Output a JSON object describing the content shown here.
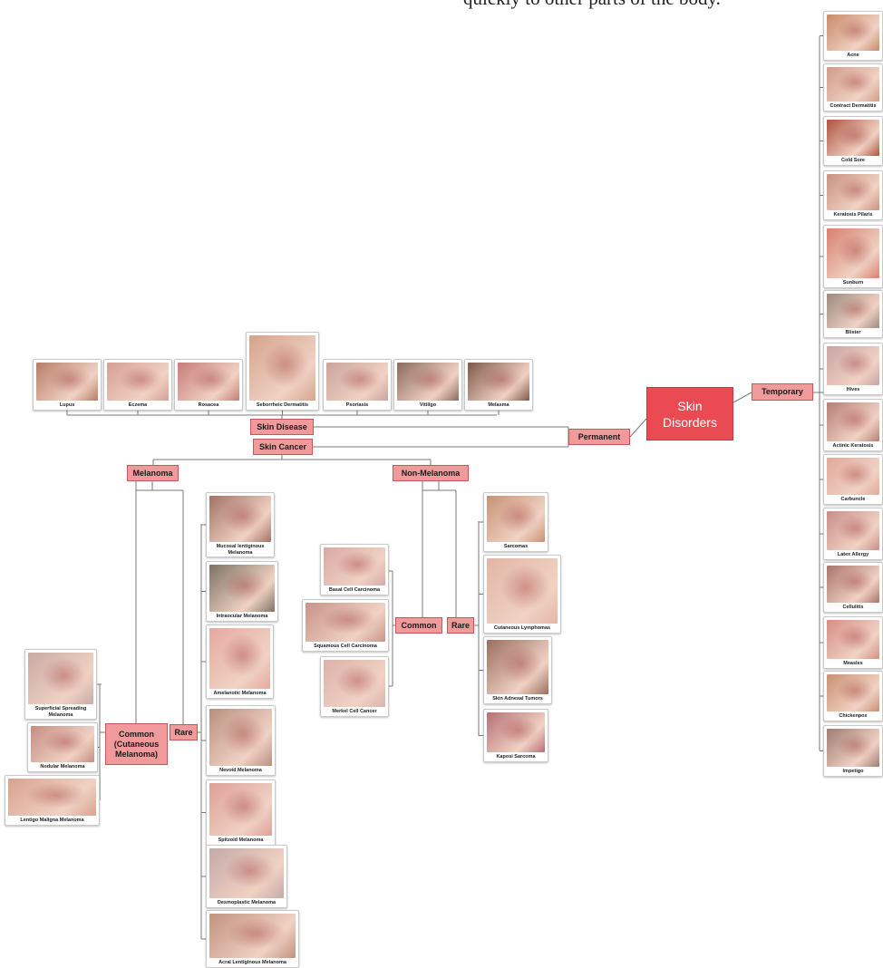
{
  "header": {
    "text": "quickly to other parts of the body."
  },
  "root": {
    "line1": "Skin",
    "line2": "Disorders"
  },
  "branches": {
    "temporary": "Temporary",
    "permanent": "Permanent",
    "skin_disease": "Skin Disease",
    "skin_cancer": "Skin Cancer",
    "melanoma": "Melanoma",
    "non_melanoma": "Non-Melanoma",
    "mel_common": "Common (Cutaneous Melanoma)",
    "mel_rare": "Rare",
    "nm_common": "Common",
    "nm_rare": "Rare"
  },
  "temporary_items": [
    {
      "label": "Acne",
      "color": "#c88a68"
    },
    {
      "label": "Contract Dermatitis",
      "color": "#d19b87"
    },
    {
      "label": "Cold Sore",
      "color": "#b0533f"
    },
    {
      "label": "Keratosis Pilaris",
      "color": "#c9907f"
    },
    {
      "label": "Sunburn",
      "color": "#d87f6c"
    },
    {
      "label": "Blister",
      "color": "#9b8a7f"
    },
    {
      "label": "Hives",
      "color": "#cba3a3"
    },
    {
      "label": "Actinic Keratosis",
      "color": "#b87d77"
    },
    {
      "label": "Carbuncle",
      "color": "#e1a89a"
    },
    {
      "label": "Latex Allergy",
      "color": "#c98d8a"
    },
    {
      "label": "Cellulitis",
      "color": "#a9746a"
    },
    {
      "label": "Measles",
      "color": "#d78d85"
    },
    {
      "label": "Chickenpox",
      "color": "#c89070"
    },
    {
      "label": "Impetigo",
      "color": "#9e7c71"
    }
  ],
  "skin_disease_items": [
    {
      "label": "Lupus",
      "color": "#b77d66"
    },
    {
      "label": "Eczema",
      "color": "#d69f95"
    },
    {
      "label": "Rosacea",
      "color": "#c77c78"
    },
    {
      "label": "Seborrheic Dermatitis",
      "color": "#d5a48c"
    },
    {
      "label": "Psoriasis",
      "color": "#c9a39b"
    },
    {
      "label": "Vitiligo",
      "color": "#8a6a5c"
    },
    {
      "label": "Melasma",
      "color": "#7e5849"
    }
  ],
  "melanoma_common_items": [
    {
      "label": "Superficial Spreading Melanoma",
      "color": "#c9aaa5"
    },
    {
      "label": "Nodular Melanoma",
      "color": "#c58d82"
    },
    {
      "label": "Lentigo Maligna Melanoma",
      "color": "#d8a38e"
    }
  ],
  "melanoma_rare_items": [
    {
      "label": "Mucosal lentiginous Melanoma",
      "color": "#a27266"
    },
    {
      "label": "Intraocular Melanoma",
      "color": "#7d7263"
    },
    {
      "label": "Amelanotic Melanoma",
      "color": "#e6a9a0"
    },
    {
      "label": "Nevoid Melanoma",
      "color": "#b98f7e"
    },
    {
      "label": "Spitzoid Melanoma",
      "color": "#de9f98"
    },
    {
      "label": "Desmoplastic Melanoma",
      "color": "#c4a9a7"
    },
    {
      "label": "Acral Lentiginous Melanoma",
      "color": "#c2927f"
    }
  ],
  "nm_common_items": [
    {
      "label": "Basal Cell Carcinoma",
      "color": "#d9a9a5"
    },
    {
      "label": "Squamous Cell Carcinoma",
      "color": "#c79488"
    },
    {
      "label": "Merkel Cell Cancer",
      "color": "#dcb2ab"
    }
  ],
  "nm_rare_items": [
    {
      "label": "Sarcomas",
      "color": "#c99173"
    },
    {
      "label": "Cutaneous Lymphomas",
      "color": "#e2b6a6"
    },
    {
      "label": "Skin Adnexal Tumors",
      "color": "#9a6d5e"
    },
    {
      "label": "Kaposi Sarcoma",
      "color": "#b76f74"
    }
  ]
}
